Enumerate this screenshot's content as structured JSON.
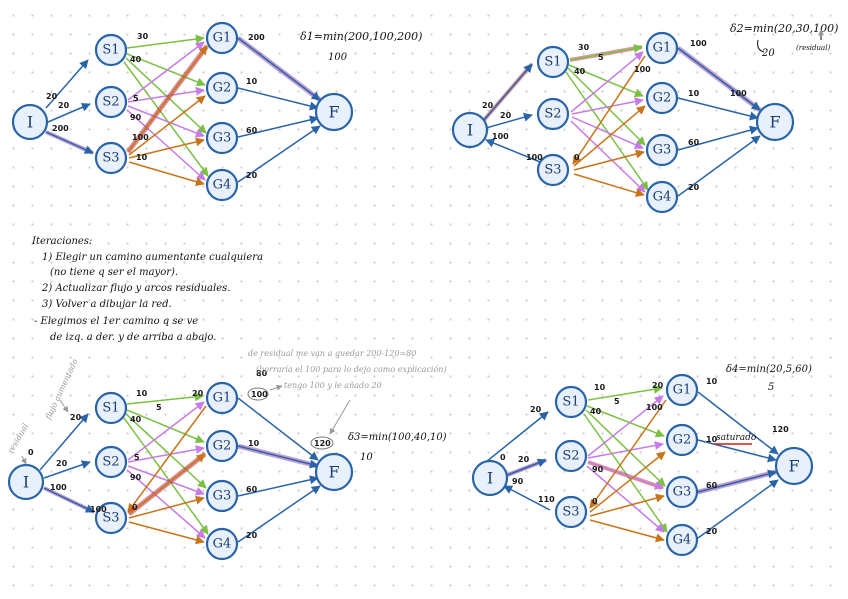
{
  "colors": {
    "blue": "#2a64a8",
    "green": "#7ac143",
    "purple": "#c77be6",
    "orange": "#c8741a",
    "augment": "#7a2a9c",
    "augment_red": "#b8323c",
    "red_text": "#d11a1a",
    "gray": "#999999"
  },
  "nodes": [
    "I",
    "S1",
    "S2",
    "S3",
    "G1",
    "G2",
    "G3",
    "G4",
    "F"
  ],
  "notes": {
    "title": "Iteraciones:",
    "step1": "1) Elegir un camino aumentante cualquiera",
    "step1b": "(no tiene q ser el mayor).",
    "step2": "2) Actualizar flujo y arcos residuales.",
    "step3": "3) Volver a dibujar la red.",
    "choice": "- Elegimos el 1er camino q se ve",
    "choice_b": "de izq. a der. y de arriba a abajo."
  },
  "panel1": {
    "delta": "δ1=min(200,100,200)",
    "delta_result": "100",
    "labels": {
      "I_S1": "20",
      "I_S2": "20",
      "I_S3": "200",
      "S1_G1": "30",
      "S1_G2": "40",
      "S2_G3": "5",
      "S2_G4": "90",
      "S3_G1": "100",
      "S3_small": "10",
      "G1_F": "200",
      "G2_F": "10",
      "G3_F": "60",
      "G4_F": "20"
    }
  },
  "panel2": {
    "delta": "δ2=min(20,30,100)",
    "delta_result": "20",
    "residual_note": "(residual)",
    "labels": {
      "I_S1": "20",
      "I_S2": "20",
      "I_S3": "100",
      "S1_G1": "30",
      "S1_G2": "40",
      "S1_small": "5",
      "S3_res": "100",
      "S3_zero": "0",
      "G1_F": "100",
      "G1_F2": "100",
      "G1_in": "100",
      "G2_F": "10",
      "G3_F": "60",
      "G4_F": "20"
    }
  },
  "panel3": {
    "delta": "δ3=min(100,40,10)",
    "delta_result": "10",
    "note_flow": "flujo aumentado",
    "note_residual": "residual",
    "gray_note1": "de residual me van a quedar 200-120=80",
    "gray_note2": "(borraría el 100 para lo dejo como explicación)",
    "gray_note3": "tengo 100 y le añado 20",
    "labels": {
      "I_res": "0",
      "I_S1": "20",
      "I_S2": "20",
      "I_S3": "100",
      "S1_G1": "10",
      "S1_G2": "40",
      "S1_small": "5",
      "S2_G3": "5",
      "S2_G4": "90",
      "S3_G1": "100",
      "S3_zero": "0",
      "G1_top": "80",
      "G1_circ": "100",
      "G1_F": "20",
      "G2_F": "10",
      "G3_F": "60",
      "G4_F": "20",
      "F_in": "120"
    }
  },
  "panel4": {
    "delta": "δ4=min(20,5,60)",
    "delta_result": "5",
    "saturated": "saturado",
    "labels": {
      "I_S1": "20",
      "I_zero": "0",
      "I_S2": "20",
      "I_S3": "90",
      "S3_res": "110",
      "S1_G1": "10",
      "S1_G2": "40",
      "S1_small": "5",
      "S2_G3": "90",
      "G1_top": "20",
      "G1_in": "100",
      "G2_zero": "10",
      "G2_mid": "10",
      "G3_F": "60",
      "G4_F": "20",
      "F_in": "120",
      "S3_zero": "0"
    }
  }
}
